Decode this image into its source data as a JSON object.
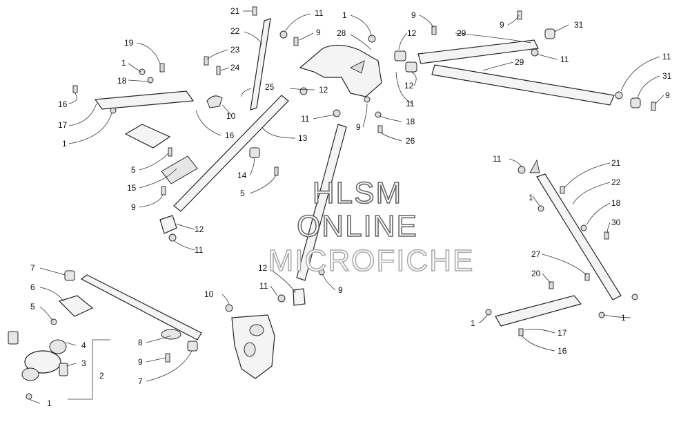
{
  "watermark": {
    "line1": "HLSM",
    "line2": "ONLINE",
    "line3": "MICROFICHE"
  },
  "callouts": [
    "21",
    "11",
    "22",
    "23",
    "24",
    "25",
    "10",
    "9",
    "28",
    "1",
    "12",
    "19",
    "18",
    "16",
    "17",
    "13",
    "11",
    "9",
    "18",
    "26",
    "9",
    "29",
    "31",
    "11",
    "29",
    "12",
    "11",
    "31",
    "9",
    "5",
    "15",
    "14",
    "5",
    "9",
    "12",
    "11",
    "11",
    "21",
    "22",
    "18",
    "1",
    "30",
    "27",
    "20",
    "17",
    "16",
    "1",
    "12",
    "11",
    "9",
    "10",
    "7",
    "6",
    "5",
    "4",
    "3",
    "2",
    "1",
    "8",
    "9",
    "7"
  ],
  "colors": {
    "line": "#222222",
    "fill": "#f4f4f4",
    "watermark_outline": "#666666",
    "watermark_light": "#aaaaaa"
  }
}
